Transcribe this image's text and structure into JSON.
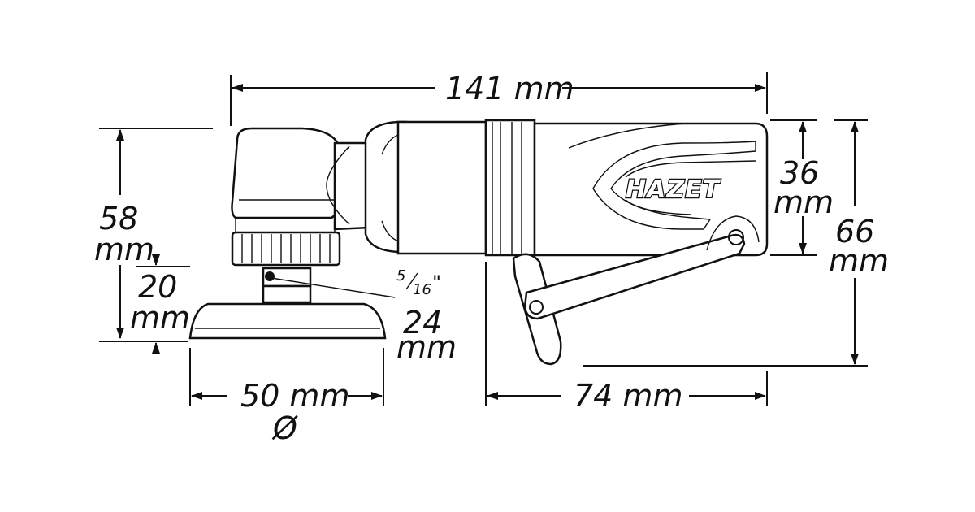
{
  "brand": "HAZET",
  "dimensions": {
    "overall_length": "141 mm",
    "height_head_num": "58",
    "height_head_unit": "mm",
    "pad_offset_num": "20",
    "pad_offset_unit": "mm",
    "pad_height_num": "24",
    "pad_height_unit": "mm",
    "pad_diameter": "50 mm",
    "diameter_symbol": "Ø",
    "body_height_num": "36",
    "body_height_unit": "mm",
    "total_height_num": "66",
    "total_height_unit": "mm",
    "rear_length": "74 mm"
  },
  "thread": {
    "numerator": "5",
    "denominator": "16",
    "unit_mark": "\""
  },
  "colors": {
    "line": "#111111",
    "background": "#ffffff"
  }
}
